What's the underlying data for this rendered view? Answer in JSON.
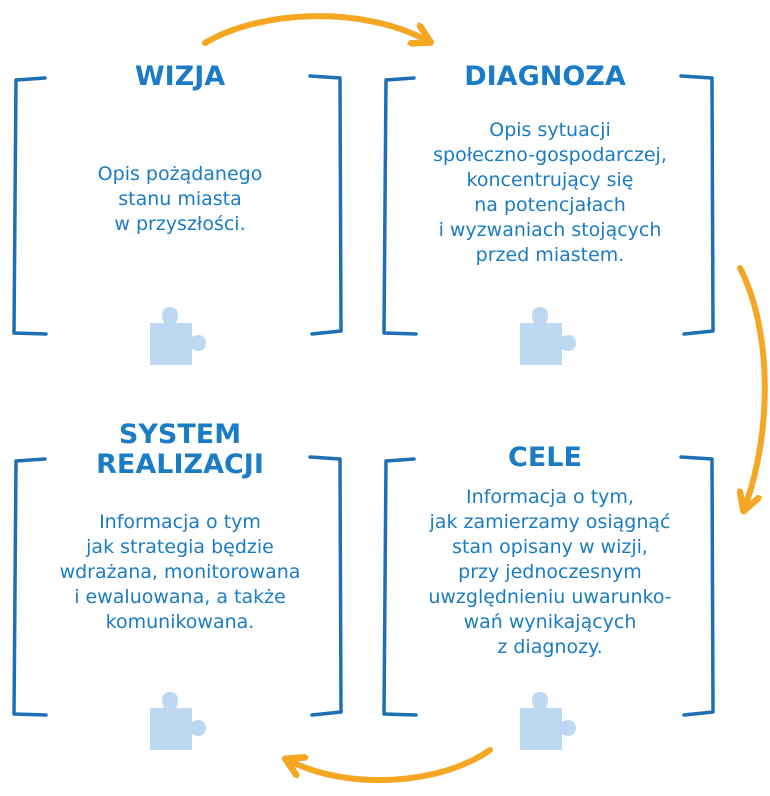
{
  "colors": {
    "title": "#1a7cc4",
    "body_text": "#1a7cc4",
    "bracket": "#1e6fb3",
    "arrow": "#f5a623",
    "puzzle": "#bcd9f1"
  },
  "boxes": {
    "wizja": {
      "title": "WIZJA",
      "body": "Opis pożądanego\nstanu miasta\nw przyszłości."
    },
    "diagnoza": {
      "title": "DIAGNOZA",
      "body": "Opis sytuacji\nspołeczno-gospodarczej,\nkoncentrujący się\nna potencjałach\ni wyzwaniach stojących\nprzed miastem."
    },
    "system": {
      "title": "SYSTEM\nREALIZACJI",
      "body": "Informacja o tym\njak strategia będzie\nwdrażana, monitorowana\ni ewaluowana, a także\nkomunikowana."
    },
    "cele": {
      "title": "CELE",
      "body": "Informacja o tym,\njak zamierzamy osiągnąć\nstan opisany w wizji,\nprzy jednoczesnym\nuwzględnieniu uwarunko-\nwań wynikających\nz diagnozy."
    }
  },
  "icons": {
    "arrow": "curved-arrow-icon",
    "puzzle": "puzzle-piece-icon"
  }
}
